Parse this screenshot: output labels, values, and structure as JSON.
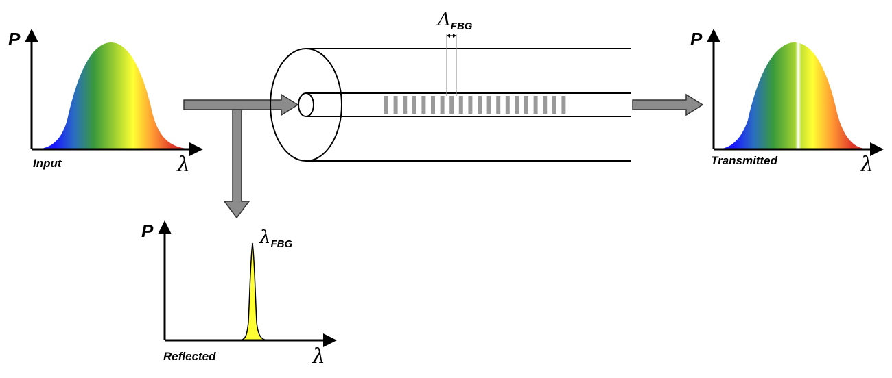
{
  "axes": {
    "power_label": "P",
    "wavelength_label": "λ"
  },
  "input": {
    "caption": "Input"
  },
  "transmitted": {
    "caption": "Transmitted"
  },
  "reflected": {
    "caption": "Reflected",
    "peak_label": "λ",
    "peak_subscript": "FBG"
  },
  "grating": {
    "period_label": "Λ",
    "period_subscript": "FBG",
    "line_count": 20
  },
  "colors": {
    "spectrum": [
      "#1a1aff",
      "#2a6ec0",
      "#3a9a3a",
      "#9acd32",
      "#ffff33",
      "#ff9933",
      "#e03a2a",
      "#cc3333"
    ],
    "peak_fill": "#ffff33",
    "arrow_fill": "#8c8c8c",
    "grating_line": "#9a9a9a"
  }
}
